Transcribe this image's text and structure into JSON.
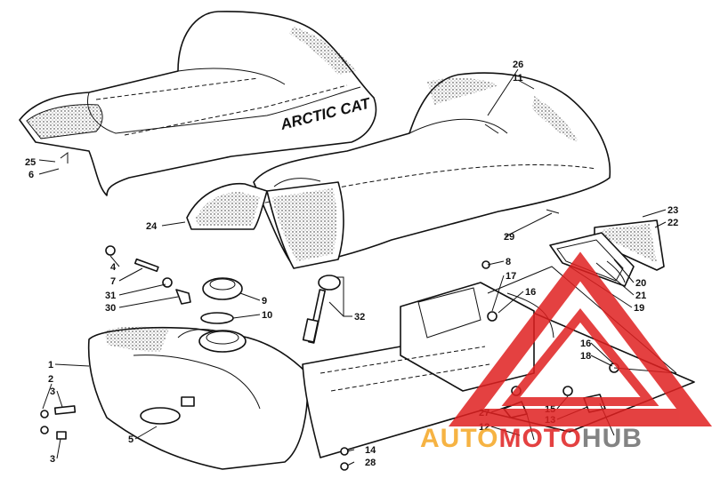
{
  "diagram": {
    "seat_brand": "ARCTIC CAT",
    "callouts": [
      "25",
      "6",
      "24",
      "26",
      "11",
      "29",
      "23",
      "22",
      "20",
      "21",
      "19",
      "4",
      "7",
      "31",
      "30",
      "9",
      "10",
      "32",
      "8",
      "17",
      "16",
      "16",
      "18",
      "1",
      "2",
      "3",
      "3",
      "5",
      "27",
      "12",
      "15",
      "13",
      "14",
      "28"
    ]
  },
  "watermark": {
    "part1": "AUTO",
    "part2": "MOTO",
    "part3": "HUB",
    "color_orange": "#f5a623",
    "color_red": "#e02020",
    "color_gray": "#6e6e6e"
  }
}
